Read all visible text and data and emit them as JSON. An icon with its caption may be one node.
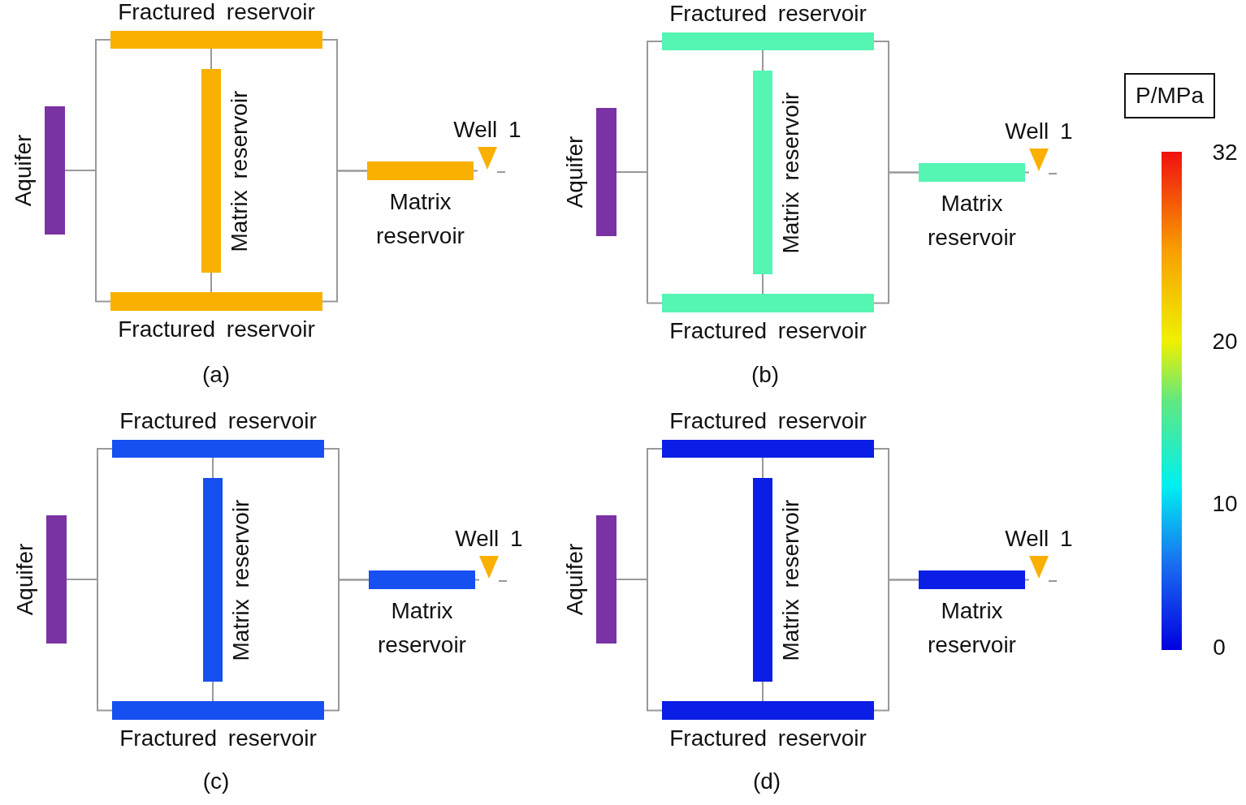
{
  "diagram": {
    "nodes": [
      {
        "text": [
          "Aquifer"
        ]
      },
      {
        "text": [
          "Fractured reservoir"
        ]
      },
      {
        "text": [
          "Matrix reservoir"
        ]
      },
      {
        "text": [
          "Fractured reservoir"
        ]
      },
      {
        "text": [
          "Matrix reservoir"
        ]
      },
      {
        "text": [
          "Well 1"
        ]
      },
      {
        "text": [
          "Aquifer"
        ]
      },
      {
        "text": [
          "Fractured reservoir"
        ]
      },
      {
        "text": [
          "Matrix reservoir"
        ]
      },
      {
        "text": [
          "Fractured reservoir"
        ]
      },
      {
        "text": [
          "Matrix reservoir"
        ]
      },
      {
        "text": [
          "Well 1"
        ]
      },
      {
        "text": [
          "Aquifer"
        ]
      },
      {
        "text": [
          "Fractured reservoir"
        ]
      },
      {
        "text": [
          "Matrix reservoir"
        ]
      },
      {
        "text": [
          "Fractured reservoir"
        ]
      },
      {
        "text": [
          "Matrix reservoir"
        ]
      },
      {
        "text": [
          "Well 1"
        ]
      },
      {
        "text": [
          "Aquifer"
        ]
      },
      {
        "text": [
          "Fractured reservoir"
        ]
      },
      {
        "text": [
          "Matrix reservoir"
        ]
      },
      {
        "text": [
          "Fractured reservoir"
        ]
      },
      {
        "text": [
          "Matrix reservoir"
        ]
      },
      {
        "text": [
          "Well 1"
        ]
      },
      {
        "text": [],
        "shape": "bar"
      }
    ],
    "edges": [
      {
        "from": 0,
        "to": 1,
        "arrow": "none"
      },
      {
        "from": 0,
        "to": 3,
        "arrow": "none"
      },
      {
        "from": 1,
        "to": 2,
        "arrow": "none"
      },
      {
        "from": 2,
        "to": 3,
        "arrow": "none"
      },
      {
        "from": 1,
        "to": 4,
        "arrow": "none"
      },
      {
        "from": 3,
        "to": 4,
        "arrow": "none"
      },
      {
        "from": 4,
        "to": 5,
        "arrow": "none"
      },
      {
        "from": 6,
        "to": 7,
        "arrow": "none"
      },
      {
        "from": 6,
        "to": 9,
        "arrow": "none"
      },
      {
        "from": 7,
        "to": 8,
        "arrow": "none"
      },
      {
        "from": 8,
        "to": 9,
        "arrow": "none"
      },
      {
        "from": 7,
        "to": 10,
        "arrow": "none"
      },
      {
        "from": 9,
        "to": 10,
        "arrow": "none"
      },
      {
        "from": 10,
        "to": 11,
        "arrow": "none"
      },
      {
        "from": 12,
        "to": 13,
        "arrow": "none"
      },
      {
        "from": 12,
        "to": 15,
        "arrow": "none"
      },
      {
        "from": 13,
        "to": 14,
        "arrow": "none"
      },
      {
        "from": 14,
        "to": 15,
        "arrow": "none"
      },
      {
        "from": 13,
        "to": 16,
        "arrow": "none"
      },
      {
        "from": 15,
        "to": 16,
        "arrow": "none"
      },
      {
        "from": 16,
        "to": 17,
        "arrow": "none"
      },
      {
        "from": 18,
        "to": 19,
        "arrow": "none"
      },
      {
        "from": 18,
        "to": 21,
        "arrow": "none"
      },
      {
        "from": 19,
        "to": 20,
        "arrow": "none"
      },
      {
        "from": 20,
        "to": 21,
        "arrow": "none"
      },
      {
        "from": 19,
        "to": 22,
        "arrow": "none"
      },
      {
        "from": 21,
        "to": 22,
        "arrow": "none"
      },
      {
        "from": 22,
        "to": 23,
        "arrow": "none"
      }
    ],
    "labels": [
      "(a)",
      "(b)",
      "(c)",
      "(d)",
      "P/MPa",
      "32",
      "20",
      "10",
      "0"
    ]
  }
}
